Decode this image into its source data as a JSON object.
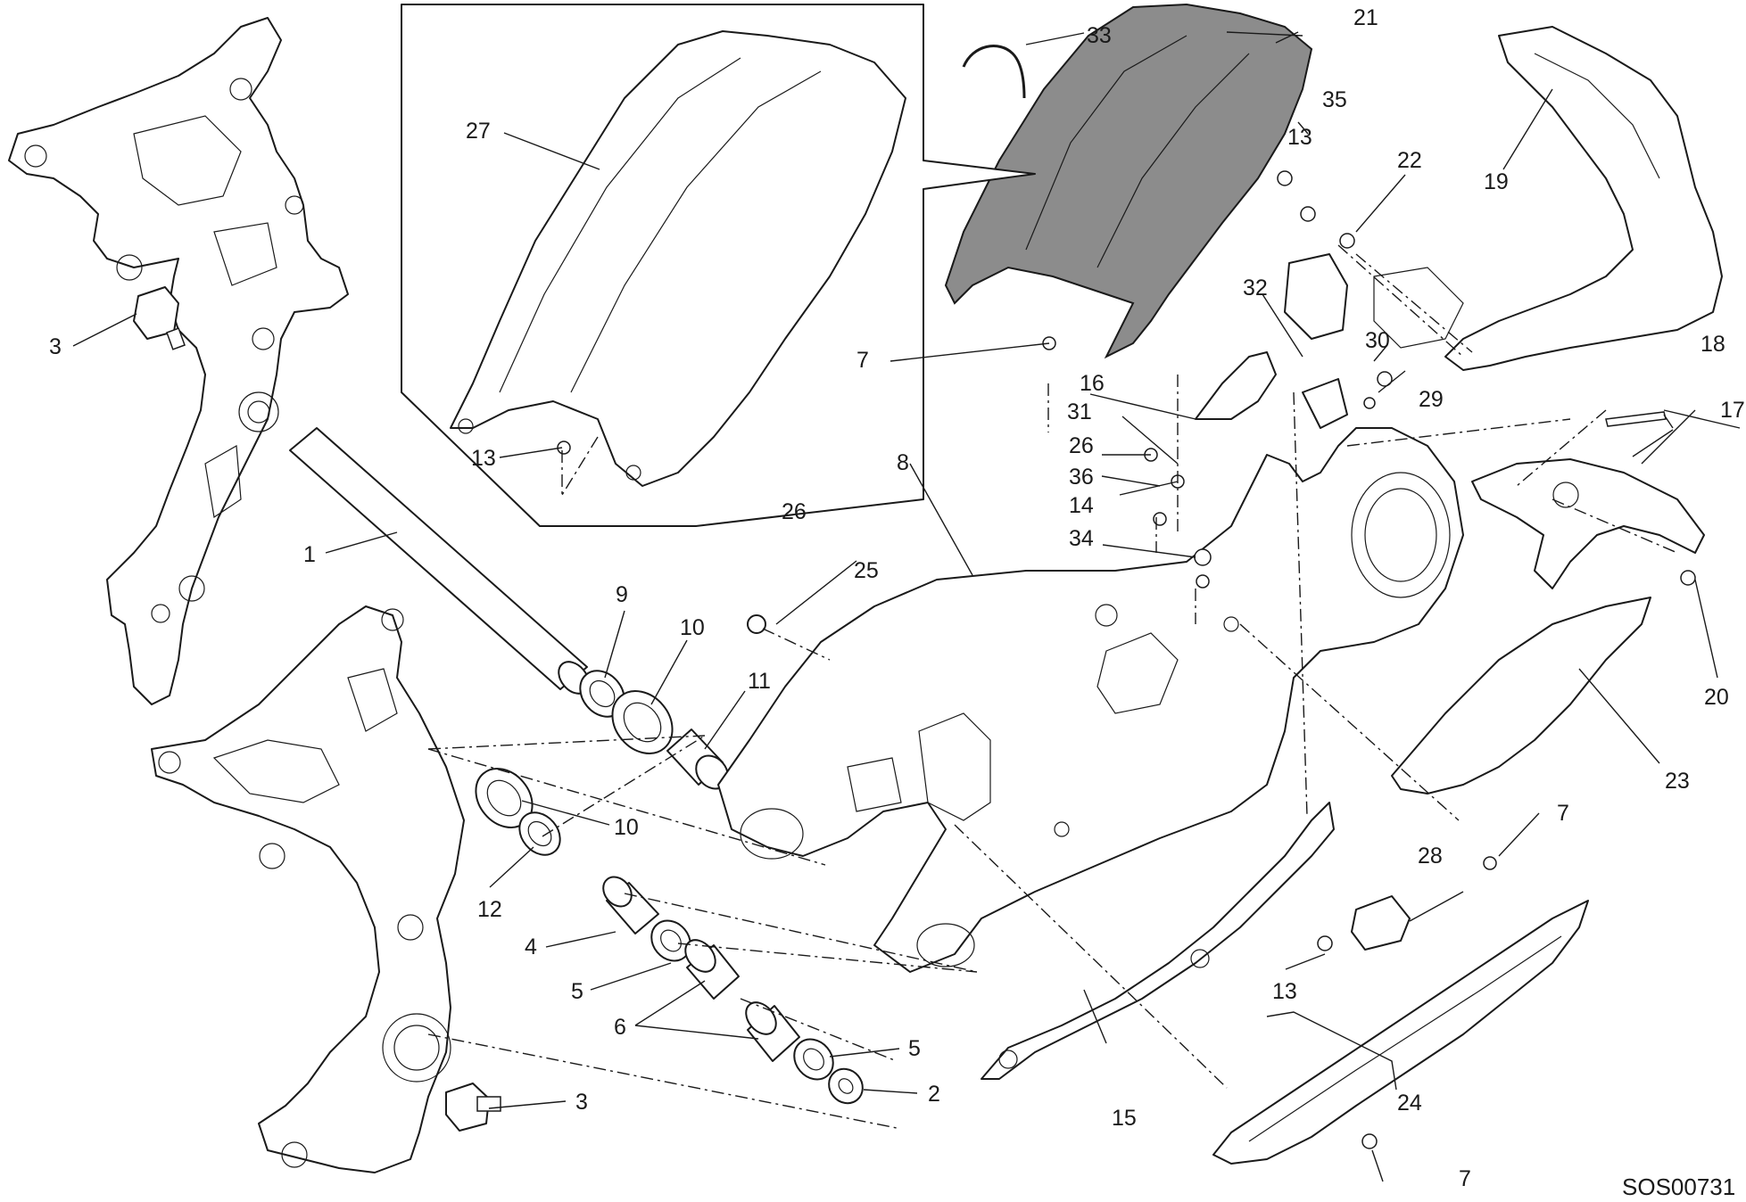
{
  "diagram": {
    "drawing_code": "SOS00731",
    "callouts": [
      {
        "id": "c1",
        "text": "1"
      },
      {
        "id": "c2",
        "text": "2"
      },
      {
        "id": "c3a",
        "text": "3"
      },
      {
        "id": "c3b",
        "text": "3"
      },
      {
        "id": "c4",
        "text": "4"
      },
      {
        "id": "c5a",
        "text": "5"
      },
      {
        "id": "c5b",
        "text": "5"
      },
      {
        "id": "c6",
        "text": "6"
      },
      {
        "id": "c7a",
        "text": "7"
      },
      {
        "id": "c7b",
        "text": "7"
      },
      {
        "id": "c7c",
        "text": "7"
      },
      {
        "id": "c8",
        "text": "8"
      },
      {
        "id": "c9",
        "text": "9"
      },
      {
        "id": "c10a",
        "text": "10"
      },
      {
        "id": "c10b",
        "text": "10"
      },
      {
        "id": "c11",
        "text": "11"
      },
      {
        "id": "c12",
        "text": "12"
      },
      {
        "id": "c13a",
        "text": "13"
      },
      {
        "id": "c13b",
        "text": "13"
      },
      {
        "id": "c13c",
        "text": "13"
      },
      {
        "id": "c14",
        "text": "14"
      },
      {
        "id": "c15",
        "text": "15"
      },
      {
        "id": "c16",
        "text": "16"
      },
      {
        "id": "c17",
        "text": "17"
      },
      {
        "id": "c18",
        "text": "18"
      },
      {
        "id": "c19",
        "text": "19"
      },
      {
        "id": "c20",
        "text": "20"
      },
      {
        "id": "c21",
        "text": "21"
      },
      {
        "id": "c22",
        "text": "22"
      },
      {
        "id": "c23",
        "text": "23"
      },
      {
        "id": "c24",
        "text": "24"
      },
      {
        "id": "c25",
        "text": "25"
      },
      {
        "id": "c26a",
        "text": "26"
      },
      {
        "id": "c26b",
        "text": "26"
      },
      {
        "id": "c27",
        "text": "27"
      },
      {
        "id": "c28",
        "text": "28"
      },
      {
        "id": "c29",
        "text": "29"
      },
      {
        "id": "c30",
        "text": "30"
      },
      {
        "id": "c31",
        "text": "31"
      },
      {
        "id": "c32",
        "text": "32"
      },
      {
        "id": "c33",
        "text": "33"
      },
      {
        "id": "c34",
        "text": "34"
      },
      {
        "id": "c35",
        "text": "35"
      },
      {
        "id": "c36",
        "text": "36"
      }
    ]
  }
}
